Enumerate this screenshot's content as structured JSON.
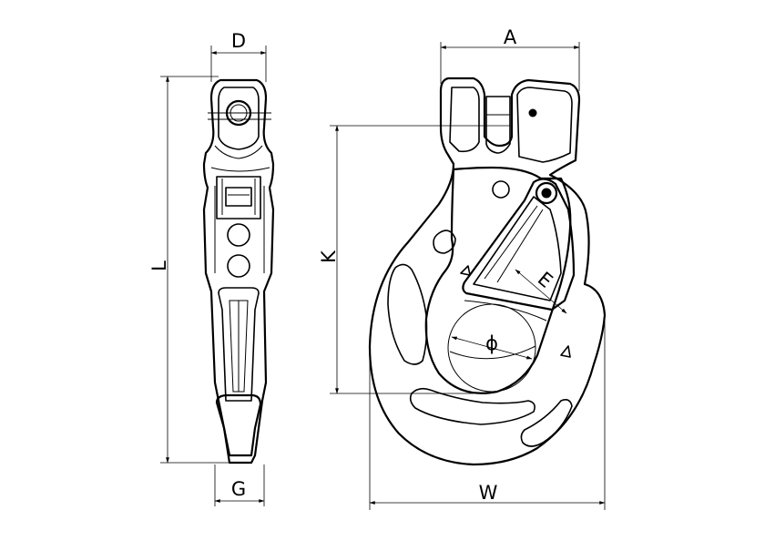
{
  "drawing": {
    "dimensions": {
      "A": "A",
      "D": "D",
      "L": "L",
      "K": "K",
      "E": "E",
      "phi": "ϕ",
      "G": "G",
      "W": "W"
    }
  }
}
